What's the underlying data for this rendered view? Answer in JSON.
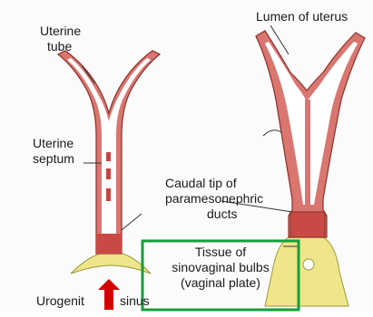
{
  "labels": {
    "uterine_tube": [
      "Uterine",
      "tube"
    ],
    "uterine_septum": [
      "Uterine",
      "septum"
    ],
    "lumen": "Lumen of uterus",
    "caudal_tip": [
      "Caudal tip of",
      "paramesonephric",
      "ducts"
    ],
    "urogenital": "Urogenit",
    "urogenital_tail": "sinus",
    "tissue": [
      "Tissue of",
      "sinovaginal bulbs",
      "(vaginal plate)"
    ]
  },
  "colors": {
    "duct_wall": "#d9766f",
    "duct_dark": "#b5453f",
    "bulb": "#efe68b",
    "box": "#13a03a",
    "arrow": "#d40000",
    "line": "#333333"
  },
  "icons": [
    "up-arrow-icon"
  ]
}
